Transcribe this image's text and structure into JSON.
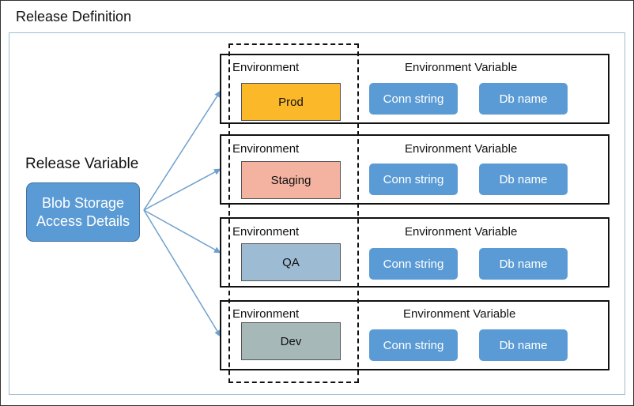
{
  "diagram": {
    "title": "Release Definition",
    "release_variable": {
      "label": "Release Variable",
      "box_line1": "Blob Storage",
      "box_line2": "Access Details"
    },
    "environments": [
      {
        "env_label": "Environment",
        "var_label": "Environment Variable",
        "name": "Prod",
        "color": "#fbb829",
        "var1": "Conn string",
        "var2": "Db name"
      },
      {
        "env_label": "Environment",
        "var_label": "Environment Variable",
        "name": "Staging",
        "color": "#f4b3a0",
        "var1": "Conn string",
        "var2": "Db name"
      },
      {
        "env_label": "Environment",
        "var_label": "Environment Variable",
        "name": "QA",
        "color": "#9dbcd3",
        "var1": "Conn string",
        "var2": "Db name"
      },
      {
        "env_label": "Environment",
        "var_label": "Environment Variable",
        "name": "Dev",
        "color": "#a6b8b8",
        "var1": "Conn string",
        "var2": "Db name"
      }
    ],
    "colors": {
      "variable_fill": "#5b9bd5",
      "arrow": "#6fa0cc"
    }
  }
}
